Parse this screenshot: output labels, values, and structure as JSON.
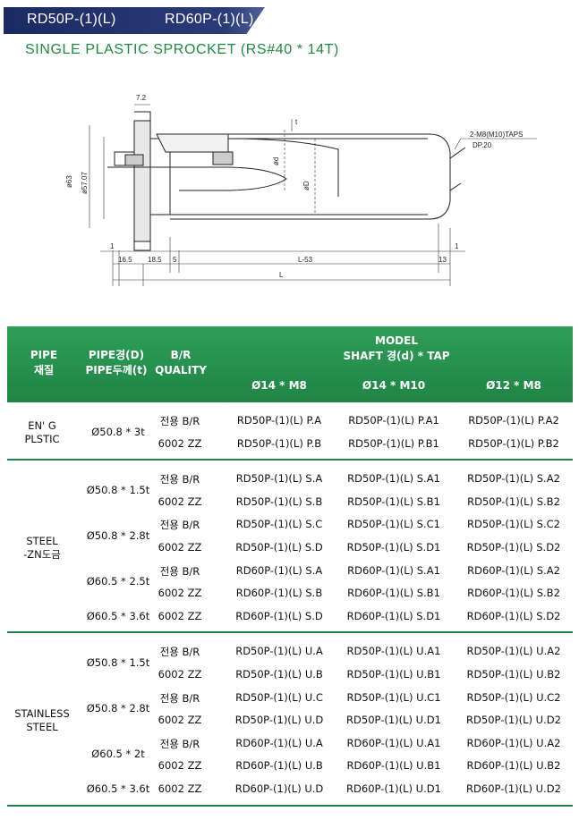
{
  "header": {
    "model_a": "RD50P-(1)(L)",
    "model_b": "RD60P-(1)(L)",
    "subtitle": "SINGLE PLASTIC SPROCKET (RS#40 * 14T)"
  },
  "drawing": {
    "dim_top_width": "7.2",
    "dim_thickness": "t",
    "dim_outer": "ø63",
    "dim_inner": "ø57.07",
    "dim_shaft": "ød",
    "dim_pipe": "øD",
    "tap_note_1": "2-M8(M10)TAPS",
    "tap_note_2": "DP.20",
    "dim_left_1": "1",
    "dim_right_1": "1",
    "dim_16_5": "16.5",
    "dim_18_5": "18.5",
    "dim_5": "5",
    "dim_l53": "L-53",
    "dim_13": "13",
    "dim_l": "L"
  },
  "table": {
    "col_pipe": [
      "PIPE",
      "재질"
    ],
    "col_dim": [
      "PIPE경(D)",
      "PIPE두께(t)"
    ],
    "col_br": [
      "B/R",
      "QUALITY"
    ],
    "col_model": [
      "MODEL",
      "SHAFT 경(d) * TAP"
    ],
    "shaft_headers": [
      "Ø14 * M8",
      "Ø14 * M10",
      "Ø12 * M8"
    ],
    "groups": [
      {
        "material": [
          "EN' G",
          "PLSTIC"
        ],
        "sizes": [
          {
            "label": "Ø50.8 * 3t",
            "rows": 2
          }
        ],
        "rows": [
          {
            "br": "전용 B/R",
            "m1": "RD50P-(1)(L) P.A",
            "m2": "RD50P-(1)(L) P.A1",
            "m3": "RD50P-(1)(L) P.A2"
          },
          {
            "br": "6002 ZZ",
            "m1": "RD50P-(1)(L) P.B",
            "m2": "RD50P-(1)(L) P.B1",
            "m3": "RD50P-(1)(L) P.B2"
          }
        ]
      },
      {
        "material": [
          "STEEL",
          "-ZN도금"
        ],
        "sizes": [
          {
            "label": "Ø50.8 * 1.5t",
            "rows": 2
          },
          {
            "label": "Ø50.8 * 2.8t",
            "rows": 2
          },
          {
            "label": "Ø60.5 * 2.5t",
            "rows": 2
          },
          {
            "label": "Ø60.5 * 3.6t",
            "rows": 1
          }
        ],
        "rows": [
          {
            "br": "전용 B/R",
            "m1": "RD50P-(1)(L) S.A",
            "m2": "RD50P-(1)(L) S.A1",
            "m3": "RD50P-(1)(L) S.A2"
          },
          {
            "br": "6002 ZZ",
            "m1": "RD50P-(1)(L) S.B",
            "m2": "RD50P-(1)(L) S.B1",
            "m3": "RD50P-(1)(L) S.B2"
          },
          {
            "br": "전용 B/R",
            "m1": "RD50P-(1)(L) S.C",
            "m2": "RD50P-(1)(L) S.C1",
            "m3": "RD50P-(1)(L) S.C2"
          },
          {
            "br": "6002 ZZ",
            "m1": "RD50P-(1)(L) S.D",
            "m2": "RD50P-(1)(L) S.D1",
            "m3": "RD50P-(1)(L) S.D2"
          },
          {
            "br": "전용 B/R",
            "m1": "RD60P-(1)(L) S.A",
            "m2": "RD60P-(1)(L) S.A1",
            "m3": "RD60P-(1)(L) S.A2"
          },
          {
            "br": "6002 ZZ",
            "m1": "RD60P-(1)(L) S.B",
            "m2": "RD60P-(1)(L) S.B1",
            "m3": "RD60P-(1)(L) S.B2"
          },
          {
            "br": "6002 ZZ",
            "m1": "RD60P-(1)(L) S.D",
            "m2": "RD60P-(1)(L) S.D1",
            "m3": "RD60P-(1)(L) S.D2"
          }
        ]
      },
      {
        "material": [
          "STAINLESS",
          "STEEL"
        ],
        "sizes": [
          {
            "label": "Ø50.8 * 1.5t",
            "rows": 2
          },
          {
            "label": "Ø50.8 * 2.8t",
            "rows": 2
          },
          {
            "label": "Ø60.5 * 2t",
            "rows": 2
          },
          {
            "label": "Ø60.5 * 3.6t",
            "rows": 1
          }
        ],
        "rows": [
          {
            "br": "전용 B/R",
            "m1": "RD50P-(1)(L) U.A",
            "m2": "RD50P-(1)(L) U.A1",
            "m3": "RD50P-(1)(L) U.A2"
          },
          {
            "br": "6002 ZZ",
            "m1": "RD50P-(1)(L) U.B",
            "m2": "RD50P-(1)(L) U.B1",
            "m3": "RD50P-(1)(L) U.B2"
          },
          {
            "br": "전용 B/R",
            "m1": "RD50P-(1)(L) U.C",
            "m2": "RD50P-(1)(L) U.C1",
            "m3": "RD50P-(1)(L) U.C2"
          },
          {
            "br": "6002 ZZ",
            "m1": "RD50P-(1)(L) U.D",
            "m2": "RD50P-(1)(L) U.D1",
            "m3": "RD50P-(1)(L) U.D2"
          },
          {
            "br": "전용 B/R",
            "m1": "RD60P-(1)(L) U.A",
            "m2": "RD60P-(1)(L) U.A1",
            "m3": "RD60P-(1)(L) U.A2"
          },
          {
            "br": "6002 ZZ",
            "m1": "RD60P-(1)(L) U.B",
            "m2": "RD60P-(1)(L) U.B1",
            "m3": "RD60P-(1)(L) U.B2"
          },
          {
            "br": "6002 ZZ",
            "m1": "RD60P-(1)(L) U.D",
            "m2": "RD60P-(1)(L) U.D1",
            "m3": "RD60P-(1)(L) U.D2"
          }
        ]
      }
    ]
  }
}
